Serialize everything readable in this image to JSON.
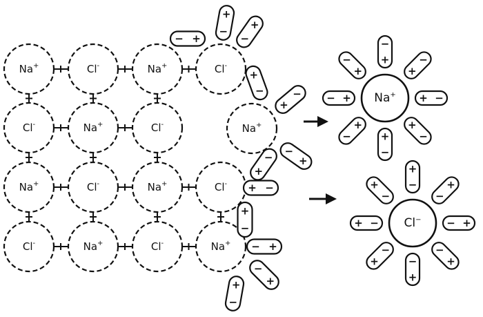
{
  "lattice": {
    "ions": [
      {
        "r": 0,
        "c": 0,
        "symbol": "Na",
        "charge": "+"
      },
      {
        "r": 0,
        "c": 1,
        "symbol": "Cl",
        "charge": "-"
      },
      {
        "r": 0,
        "c": 2,
        "symbol": "Na",
        "charge": "+"
      },
      {
        "r": 0,
        "c": 3,
        "symbol": "Cl",
        "charge": "-"
      },
      {
        "r": 1,
        "c": 0,
        "symbol": "Cl",
        "charge": "-"
      },
      {
        "r": 1,
        "c": 1,
        "symbol": "Na",
        "charge": "+"
      },
      {
        "r": 1,
        "c": 2,
        "symbol": "Cl",
        "charge": "-"
      },
      {
        "r": 2,
        "c": 0,
        "symbol": "Na",
        "charge": "+"
      },
      {
        "r": 2,
        "c": 1,
        "symbol": "Cl",
        "charge": "-"
      },
      {
        "r": 2,
        "c": 2,
        "symbol": "Na",
        "charge": "+"
      },
      {
        "r": 2,
        "c": 3,
        "symbol": "Cl",
        "charge": "-"
      },
      {
        "r": 3,
        "c": 0,
        "symbol": "Cl",
        "charge": "-"
      },
      {
        "r": 3,
        "c": 1,
        "symbol": "Na",
        "charge": "+"
      },
      {
        "r": 3,
        "c": 2,
        "symbol": "Cl",
        "charge": "-"
      },
      {
        "r": 3,
        "c": 3,
        "symbol": "Na",
        "charge": "+"
      }
    ]
  },
  "detached_ion": {
    "symbol": "Na",
    "charge": "+"
  },
  "hydrated_na": {
    "symbol": "Na",
    "charge": "+",
    "water_count": 8
  },
  "hydrated_cl": {
    "symbol": "Cl",
    "charge": "−",
    "water_count": 8
  },
  "water_signs": {
    "positive": "+",
    "negative": "−"
  }
}
